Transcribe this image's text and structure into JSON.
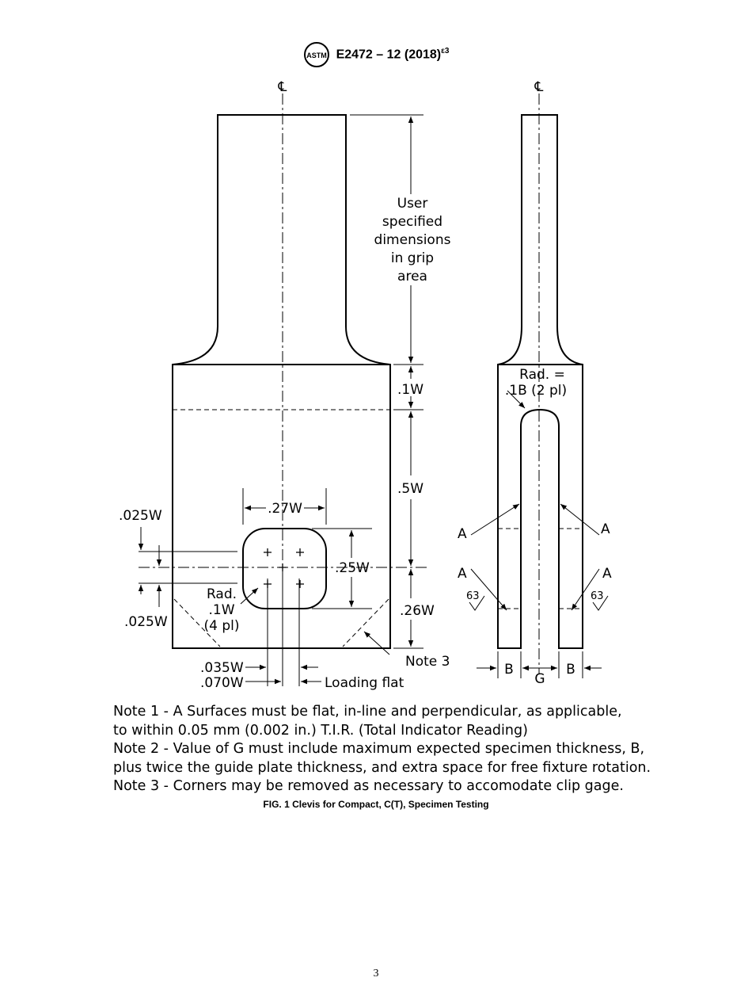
{
  "header": {
    "logo_text": "ASTM",
    "designation": "E2472 – 12 (2018)",
    "superscript": "ε3"
  },
  "drawing": {
    "centerline_symbol": "℄",
    "grip_label": [
      "User",
      "specified",
      "dimensions",
      "in grip",
      "area"
    ],
    "dim_01w": ".1W",
    "dim_05w": ".5W",
    "dim_026w": ".26W",
    "dim_027w": ".27W",
    "dim_025w_slot": ".25W",
    "dim_0025w_top": ".025W",
    "dim_0025w_bottom": ".025W",
    "rad_corner": [
      "Rad.",
      ".1W",
      "(4 pl)"
    ],
    "dim_0035w": ".035W",
    "dim_0070w": ".070W",
    "loading_flat": "Loading flat",
    "note3_label": "Note 3",
    "rad_slot": [
      "Rad. =",
      ".1B (2 pl)"
    ],
    "surface_a": "A",
    "finish_63": "63",
    "label_b": "B",
    "label_g": "G"
  },
  "notes": [
    "Note 1 - A Surfaces must be flat, in-line and perpendicular, as applicable,",
    "to within 0.05 mm (0.002 in.) T.I.R. (Total Indicator Reading)",
    "Note 2 - Value of G must include maximum expected specimen thickness, B,",
    "plus twice the guide plate thickness, and extra space for free fixture rotation.",
    "Note 3 - Corners may be removed as necessary to  accomodate clip gage."
  ],
  "caption": "FIG. 1 Clevis for Compact, C(T), Specimen Testing",
  "page_number": "3"
}
